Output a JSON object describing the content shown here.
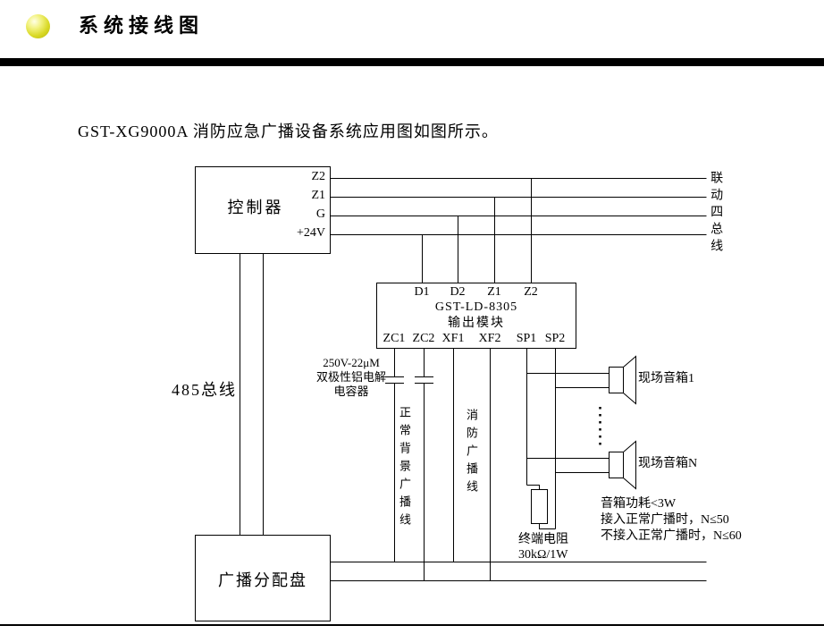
{
  "header": {
    "title": "系统接线图"
  },
  "intro": "GST-XG9000A 消防应急广播设备系统应用图如图所示。",
  "colors": {
    "bullet": "#d9d926",
    "rule": "#000000",
    "line": "#000000"
  },
  "diagram": {
    "controller": {
      "label": "控制器",
      "terminals": [
        "Z2",
        "Z1",
        "G",
        "+24V"
      ]
    },
    "linkage_bus_label": "联动四总线",
    "module": {
      "model": "GST-LD-8305",
      "subtitle": "输出模块",
      "top_terminals": [
        "D1",
        "D2",
        "Z1",
        "Z2"
      ],
      "bottom_terminals": [
        "ZC1",
        "ZC2",
        "XF1",
        "XF2",
        "SP1",
        "SP2"
      ]
    },
    "rs485_label": "485总线",
    "panel_label": "广播分配盘",
    "capacitor_note": [
      "250V-22μM",
      "双极性铝电解",
      "电容器"
    ],
    "normal_line_label": "正常背景广播线",
    "fire_line_label": "消防广播线",
    "speaker1_label": "现场音箱1",
    "speakerN_label": "现场音箱N",
    "resistor_note": [
      "终端电阻",
      "30kΩ/1W"
    ],
    "notes": [
      "音箱功耗<3W",
      "接入正常广播时，N≤50",
      "不接入正常广播时，N≤60"
    ]
  }
}
